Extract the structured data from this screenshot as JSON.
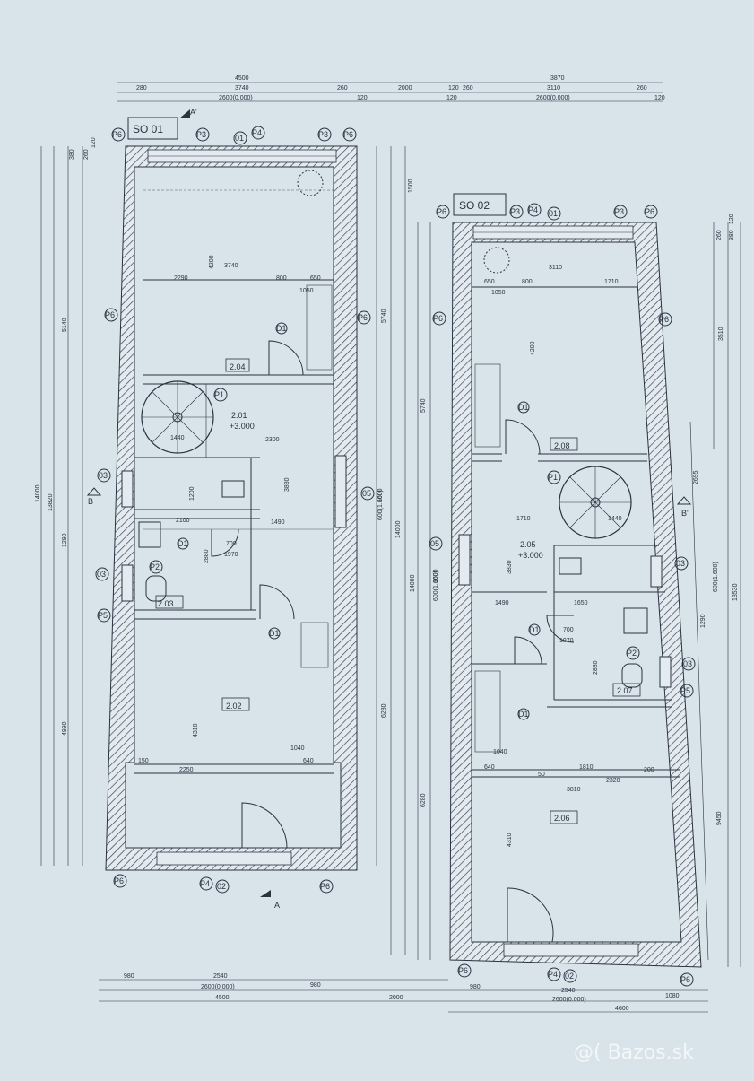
{
  "sheet": {
    "paper_color": "#d9e3ea",
    "line_color": "#2a3340",
    "hatch_color": "#3a4552"
  },
  "watermark": "@( Bazos.sk",
  "left_plan": {
    "title": "SO 01",
    "section_top": "A'",
    "section_bottom": "A",
    "section_side": "B",
    "top_dims": [
      "4500",
      "280",
      "3740",
      "260",
      "2600(0.000)",
      "120",
      "2000",
      "120"
    ],
    "bottom_dims": [
      "980",
      "2540",
      "980",
      "2600(0.000)",
      "4500",
      "2000"
    ],
    "left_dims": [
      "14000",
      "13820",
      "5140",
      "1290",
      "4990",
      "380",
      "260",
      "120"
    ],
    "right_dims": [
      "5740",
      "1500",
      "6280",
      "14000",
      "600(1.600)",
      "1600"
    ],
    "rooms": [
      {
        "id": "2.04"
      },
      {
        "id": "2.01",
        "level": "+3.000"
      },
      {
        "id": "2.03"
      },
      {
        "id": "2.02"
      }
    ],
    "inner_dims": [
      "4200",
      "3740",
      "2290",
      "800",
      "650",
      "1050",
      "1440",
      "2300",
      "3830",
      "2100",
      "1490",
      "700",
      "1970",
      "1200",
      "2880",
      "4310",
      "2250",
      "1040",
      "640",
      "150"
    ],
    "tags": [
      "P6",
      "P3",
      "P4",
      "01",
      "P3",
      "P6",
      "P6",
      "P6",
      "P1",
      "D1",
      "03",
      "05",
      "D1",
      "P2",
      "03",
      "P5",
      "D1",
      "P6",
      "P4",
      "02",
      "P6"
    ]
  },
  "right_plan": {
    "title": "SO 02",
    "section_side": "B'",
    "top_dims": [
      "3870",
      "120",
      "260",
      "3110",
      "260",
      "120",
      "2600(0.000)"
    ],
    "bottom_dims": [
      "980",
      "2540",
      "1080",
      "2600(0.000)",
      "4600"
    ],
    "right_dims": [
      "3510",
      "2695",
      "13530",
      "9450",
      "1290",
      "600(1.600)",
      "380",
      "260",
      "120"
    ],
    "left_dims": [
      "5740",
      "14000",
      "6280",
      "600(1.600)",
      "1600"
    ],
    "rooms": [
      {
        "id": "2.08"
      },
      {
        "id": "2.05",
        "level": "+3.000"
      },
      {
        "id": "2.07"
      },
      {
        "id": "2.06"
      }
    ],
    "inner_dims": [
      "4200",
      "3110",
      "1710",
      "650",
      "800",
      "1050",
      "1440",
      "1710",
      "3830",
      "1490",
      "1650",
      "700",
      "1970",
      "2880",
      "4310",
      "1040",
      "1810",
      "2320",
      "3810",
      "640",
      "50",
      "200"
    ],
    "tags": [
      "P6",
      "P3",
      "P4",
      "01",
      "P3",
      "P6",
      "P6",
      "P6",
      "P1",
      "D1",
      "05",
      "03",
      "D1",
      "P2",
      "03",
      "P5",
      "D1",
      "P6",
      "P4",
      "02",
      "P6"
    ]
  }
}
